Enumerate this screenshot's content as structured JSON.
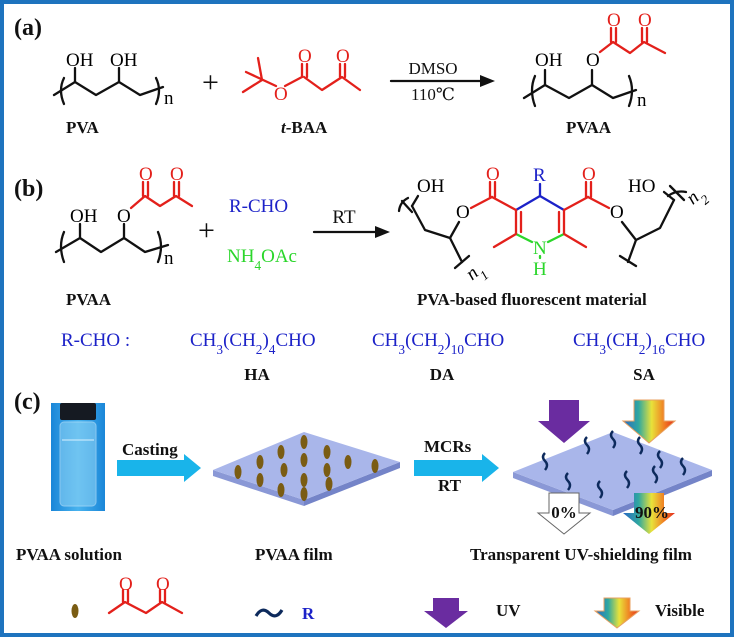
{
  "colors": {
    "frame": "#1e73be",
    "ketone": "#e3201b",
    "aldehyde": "#1c22c8",
    "ammonium": "#2bd62b",
    "dot": "#7a5c13",
    "wave": "#0d2a5c",
    "uv": "#6a2ca0",
    "film": "#a9b6ea",
    "casting_arrow": "#19b4ea"
  },
  "atoms": {
    "O": "O",
    "OH": "OH",
    "HO": "HO",
    "N": "N",
    "H": "H",
    "R": "R",
    "n": "n",
    "n1": "n1",
    "n2": "n2"
  },
  "panel_a": {
    "label": "(a)",
    "plus": "+",
    "pva": "PVA",
    "tbaa_italic": "t",
    "tbaa_rest": "-BAA",
    "solvent": "DMSO",
    "temperature": "110℃",
    "pvaa": "PVAA"
  },
  "panel_b": {
    "label": "(b)",
    "plus": "+",
    "pvaa": "PVAA",
    "aldehyde": "R-CHO",
    "ammonium": "NH4OAc",
    "condition": "RT",
    "product": "PVA-based fluorescent material",
    "rcho_prefix": "R-CHO :",
    "aldehydes": [
      {
        "formula": "CH3(CH2)4CHO",
        "abbr": "HA"
      },
      {
        "formula": "CH3(CH2)10CHO",
        "abbr": "DA"
      },
      {
        "formula": "CH3(CH2)16CHO",
        "abbr": "SA"
      }
    ]
  },
  "panel_c": {
    "label": "(c)",
    "casting": "Casting",
    "mcrs": "MCRs",
    "rt": "RT",
    "uv_transmittance": "0%",
    "visible_transmittance": "90%",
    "solution_label": "PVAA solution",
    "film_label": "PVAA film",
    "final_label": "Transparent UV-shielding film",
    "legend": {
      "r_label": "R",
      "uv": "UV",
      "visible": "Visible"
    }
  }
}
